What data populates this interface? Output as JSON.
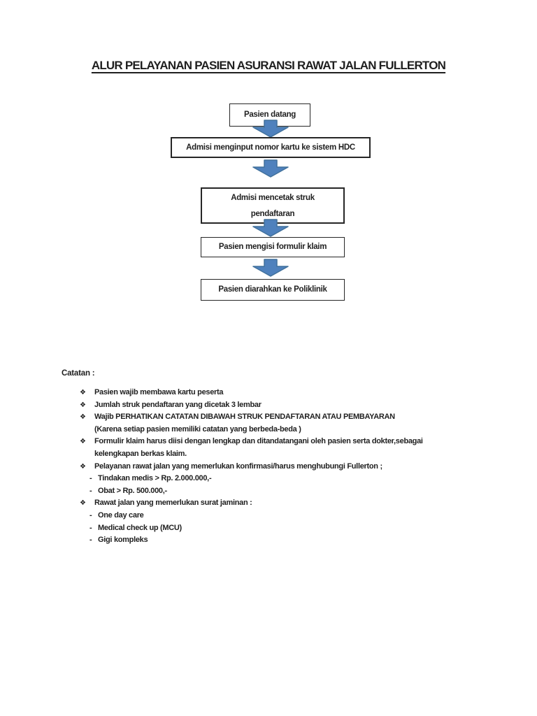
{
  "theme": {
    "page_bg": "#ffffff",
    "text_color": "#1f1f1f",
    "box_border": "#262626",
    "arrow_fill": "#4F81BD",
    "arrow_stroke": "#41719C"
  },
  "document": {
    "title": "ALUR PELAYANAN PASIEN ASURANSI RAWAT JALAN FULLERTON"
  },
  "flowchart": {
    "steps": [
      {
        "label": "Pasien datang"
      },
      {
        "label": "Admisi menginput nomor kartu ke sistem HDC"
      },
      {
        "label": "Admisi mencetak struk pendaftaran",
        "lines": [
          "Admisi mencetak struk",
          "pendaftaran"
        ]
      },
      {
        "label": "Pasien mengisi formulir klaim"
      },
      {
        "label": "Pasien diarahkan ke Poliklinik"
      }
    ]
  },
  "notes": {
    "heading": "Catatan :",
    "bullet_glyph": "❖",
    "dash_glyph": "-",
    "items": [
      {
        "type": "bullet",
        "text": "Pasien wajib membawa kartu peserta"
      },
      {
        "type": "bullet",
        "text": "Jumlah struk pendaftaran yang dicetak 3 lembar"
      },
      {
        "type": "bullet",
        "text": "Wajib PERHATIKAN CATATAN DIBAWAH STRUK PENDAFTARAN ATAU PEMBAYARAN"
      },
      {
        "type": "continuation",
        "text": "(Karena setiap pasien memiliki catatan yang berbeda-beda )"
      },
      {
        "type": "bullet",
        "text": "Formulir klaim harus diisi dengan lengkap dan ditandatangani oleh pasien serta dokter,sebagai"
      },
      {
        "type": "continuation",
        "text": "kelengkapan berkas klaim."
      },
      {
        "type": "bullet",
        "text": "Pelayanan rawat jalan yang memerlukan konfirmasi/harus menghubungi Fullerton ;"
      },
      {
        "type": "dash",
        "text": "Tindakan medis > Rp. 2.000.000,-"
      },
      {
        "type": "dash",
        "text": "Obat > Rp. 500.000,-"
      },
      {
        "type": "bullet",
        "text": "Rawat jalan yang memerlukan surat jaminan :"
      },
      {
        "type": "dash",
        "text": "One day care"
      },
      {
        "type": "dash",
        "text": "Medical check up (MCU)"
      },
      {
        "type": "dash",
        "text": "Gigi kompleks"
      }
    ]
  }
}
